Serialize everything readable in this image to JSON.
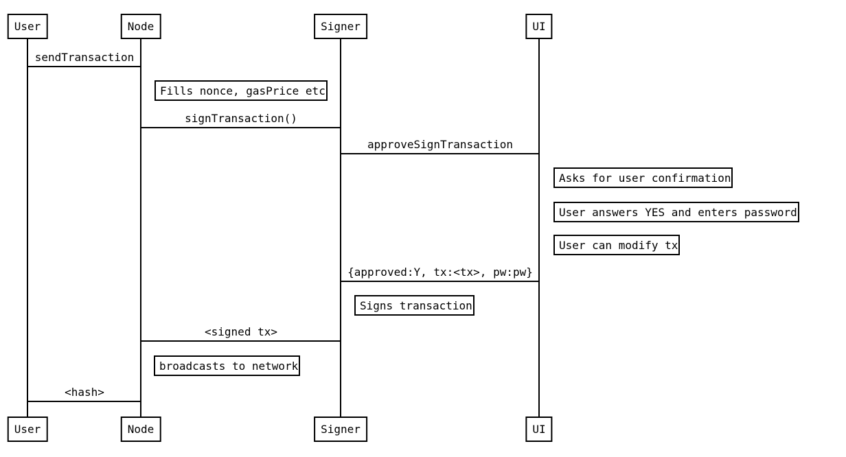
{
  "diagram": {
    "kind": "sequence-diagram",
    "background_color": "#ffffff",
    "stroke_color": "#000000",
    "text_color": "#000000"
  },
  "actors": [
    {
      "id": "user",
      "label": "User"
    },
    {
      "id": "node",
      "label": "Node"
    },
    {
      "id": "signer",
      "label": "Signer"
    },
    {
      "id": "ui",
      "label": "UI"
    }
  ],
  "messages": [
    {
      "from": "User",
      "to": "Node",
      "label": "sendTransaction"
    },
    {
      "from": "Node",
      "to": "Signer",
      "label": "signTransaction()"
    },
    {
      "from": "Signer",
      "to": "UI",
      "label": "approveSignTransaction"
    },
    {
      "from": "UI",
      "to": "Signer",
      "label": "{approved:Y, tx:<tx>, pw:pw}"
    },
    {
      "from": "Signer",
      "to": "Node",
      "label": "<signed tx>"
    },
    {
      "from": "Node",
      "to": "User",
      "label": "<hash>"
    }
  ],
  "notes": [
    {
      "over": "Node",
      "text": "Fills nonce, gasPrice etc"
    },
    {
      "over": "UI",
      "text": "Asks for user confirmation"
    },
    {
      "over": "UI",
      "text": "User answers YES and enters password"
    },
    {
      "over": "UI",
      "text": "User can modify tx"
    },
    {
      "over": "Signer",
      "text": "Signs transaction"
    },
    {
      "over": "Node",
      "text": "broadcasts to network"
    }
  ]
}
